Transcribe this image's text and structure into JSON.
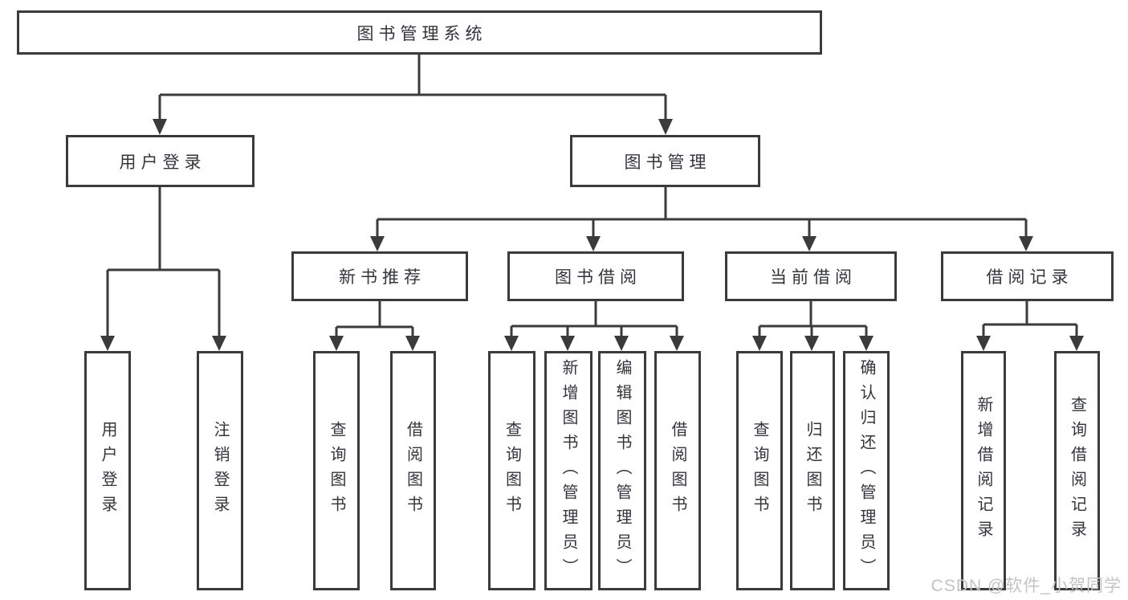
{
  "nodes": {
    "root": "图书管理系统",
    "user_login": "用户登录",
    "book_mgmt": "图书管理",
    "new_book_rec": "新书推荐",
    "book_borrow": "图书借阅",
    "current_borrow": "当前借阅",
    "borrow_records": "借阅记录",
    "leaf_user_login": "用户登录",
    "leaf_logout": "注销登录",
    "leaf_query_books_1": "查询图书",
    "leaf_borrow_books_1": "借阅图书",
    "leaf_query_books_2": "查询图书",
    "leaf_add_book": "新增图书（管理员）",
    "leaf_edit_book": "编辑图书（管理员）",
    "leaf_borrow_books_2": "借阅图书",
    "leaf_query_books_3": "查询图书",
    "leaf_return_book": "归还图书",
    "leaf_confirm_return": "确认归还（管理员）",
    "leaf_add_record": "新增借阅记录",
    "leaf_query_record": "查询借阅记录"
  },
  "hierarchy": {
    "图书管理系统": {
      "用户登录": [
        "用户登录",
        "注销登录"
      ],
      "图书管理": {
        "新书推荐": [
          "查询图书",
          "借阅图书"
        ],
        "图书借阅": [
          "查询图书",
          "新增图书（管理员）",
          "编辑图书（管理员）",
          "借阅图书"
        ],
        "当前借阅": [
          "查询图书",
          "归还图书",
          "确认归还（管理员）"
        ],
        "借阅记录": [
          "新增借阅记录",
          "查询借阅记录"
        ]
      }
    }
  },
  "watermark": {
    "text": "CSDN @软件_小贺同学"
  },
  "colors": {
    "line": "#3b3b3b",
    "text": "#33353b",
    "background": "#ffffff",
    "watermark": "#c3c3c8"
  }
}
